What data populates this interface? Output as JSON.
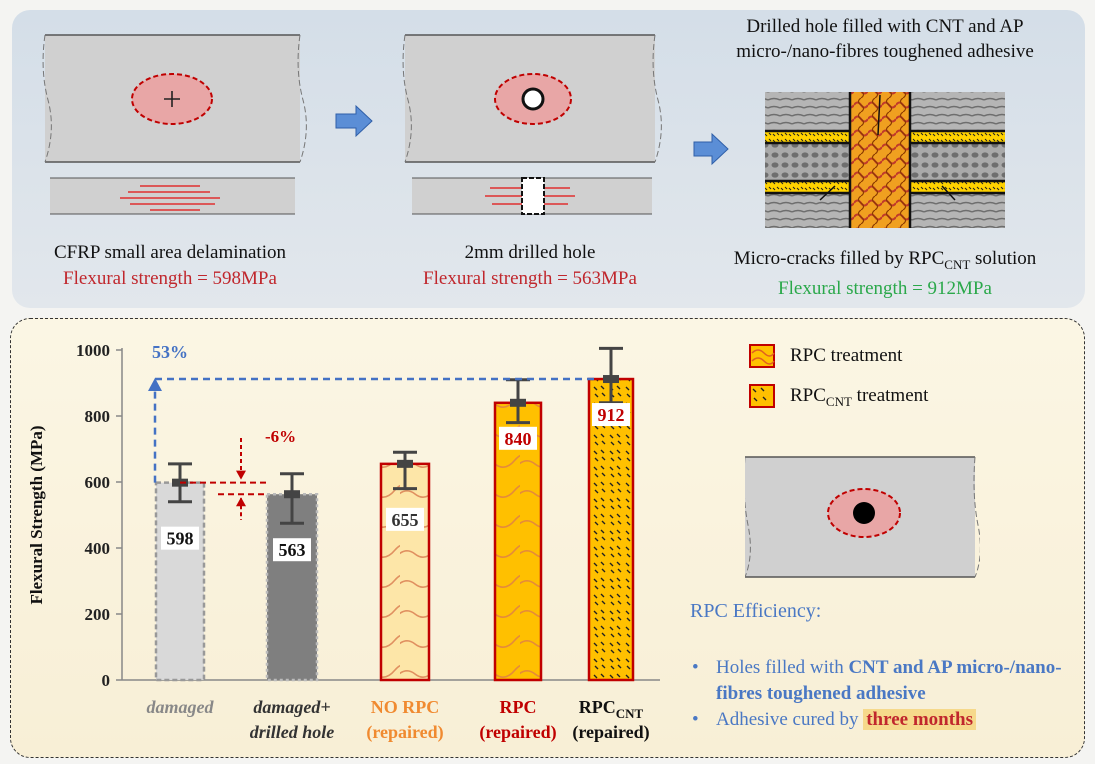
{
  "top": {
    "panel1": {
      "caption": "CFRP small area delamination",
      "strength": "Flexural strength = 598MPa"
    },
    "panel2": {
      "caption": "2mm drilled hole",
      "strength": "Flexural strength = 563MPa"
    },
    "panel3": {
      "title": "Drilled hole filled with CNT and AP micro-/nano-fibres toughened adhesive",
      "caption_main": "Micro-cracks filled by RPC",
      "caption_sub": "CNT",
      "caption_end": " solution",
      "strength": "Flexural strength = 912MPa"
    }
  },
  "chart_data": {
    "type": "bar",
    "ylabel": "Flexural Strength (MPa)",
    "ylim": [
      0,
      1000
    ],
    "yticks": [
      "0",
      "200",
      "400",
      "600",
      "800",
      "1000"
    ],
    "categories": [
      {
        "line1": "damaged",
        "line2": ""
      },
      {
        "line1": "damaged+",
        "line2": "drilled hole"
      },
      {
        "line1": "NO RPC",
        "line2": "(repaired)"
      },
      {
        "line1": "RPC",
        "line2": "(repaired)"
      },
      {
        "line1": "RPC",
        "sub": "CNT",
        "line2": "(repaired)"
      }
    ],
    "values": [
      598,
      563,
      655,
      840,
      912
    ],
    "value_labels": [
      "598",
      "563",
      "655",
      "840",
      "912"
    ],
    "error_low": [
      540,
      475,
      580,
      780,
      840
    ],
    "error_high": [
      655,
      625,
      690,
      910,
      1005
    ],
    "annotations": {
      "increase": "53%",
      "decrease": "-6%"
    },
    "colors": {
      "damaged": "#d9d9d9",
      "drilled": "#7f7f7f",
      "norpc": "#fde6a8",
      "rpc": "#ffc000",
      "rpccnt": "#ffc000",
      "border_red": "#c00000",
      "blue_dash": "#4472c4"
    }
  },
  "legend": {
    "item1": "RPC treatment",
    "item2_main": "RPC",
    "item2_sub": "CNT",
    "item2_end": " treatment"
  },
  "efficiency": {
    "title": "RPC Efficiency:",
    "bullet1_pre": "Holes filled with ",
    "bullet1_bold": "CNT and AP micro-/nano-fibres toughened adhesive",
    "bullet2_pre": "Adhesive cured by ",
    "bullet2_hl": "three months"
  }
}
